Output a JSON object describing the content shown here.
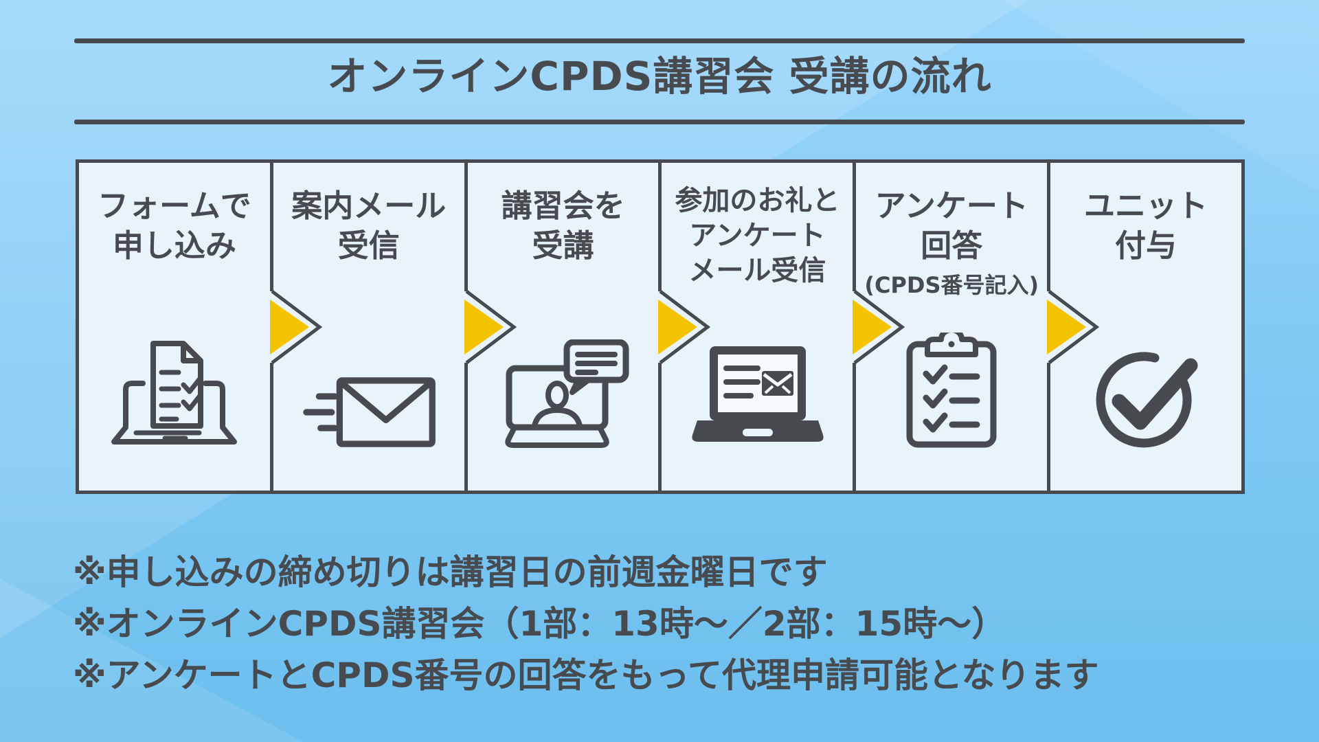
{
  "title": "オンラインCPDS講習会 受講の流れ",
  "steps": [
    {
      "label": "フォームで\n申し込み",
      "icon": "form-check-laptop-icon"
    },
    {
      "label": "案内メール\n受信",
      "icon": "speed-mail-icon"
    },
    {
      "label": "講習会を\n受講",
      "icon": "webinar-laptop-icon"
    },
    {
      "label": "参加のお礼と\nアンケート\nメール受信",
      "icon": "mail-on-laptop-icon"
    },
    {
      "label": "アンケート\n回答",
      "sublabel": "(CPDS番号記入)",
      "icon": "survey-clipboard-icon"
    },
    {
      "label": "ユニット\n付与",
      "icon": "check-circle-icon"
    }
  ],
  "notes": [
    "※申し込みの締め切りは講習日の前週金曜日です",
    "※オンラインCPDS講習会（1部：13時〜／2部：15時〜）",
    "※アンケートとCPDS番号の回答をもって代理申請可能となります"
  ],
  "colors": {
    "accent_yellow": "#f5c400",
    "ink": "#474a4f",
    "panel_fill": "#e9f3fb",
    "background_top": "#9ad6fb",
    "background_bottom": "#6cbfee"
  }
}
